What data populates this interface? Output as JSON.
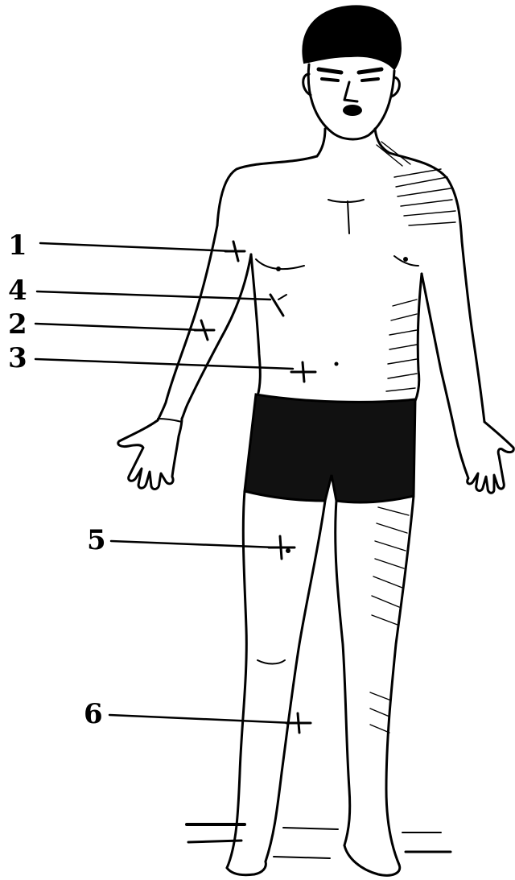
{
  "figure": {
    "labels": [
      {
        "id": "1",
        "text": "1"
      },
      {
        "id": "2",
        "text": "2"
      },
      {
        "id": "3",
        "text": "3"
      },
      {
        "id": "4",
        "text": "4"
      },
      {
        "id": "5",
        "text": "5"
      },
      {
        "id": "6",
        "text": "6"
      }
    ],
    "colors": {
      "ink": "#000000",
      "background": "#ffffff"
    }
  }
}
